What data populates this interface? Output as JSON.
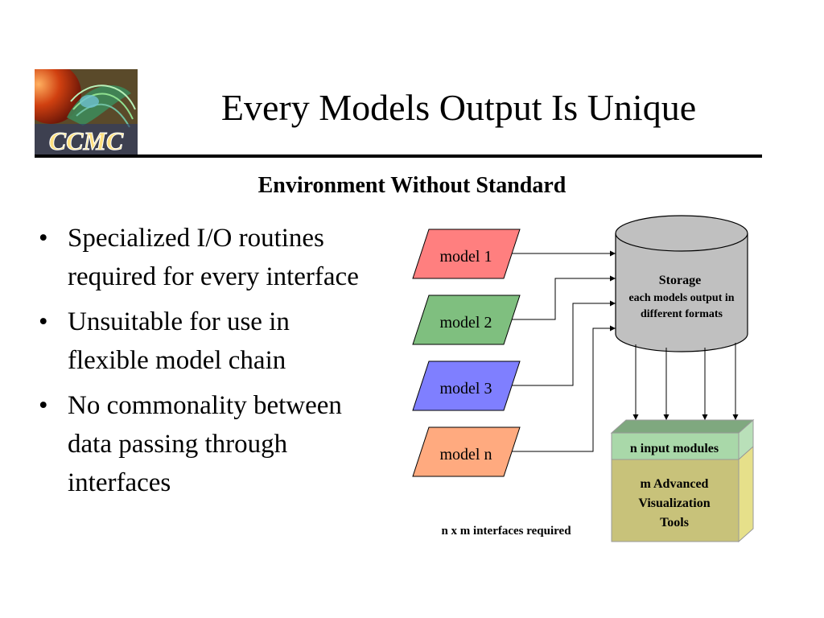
{
  "slide": {
    "title": "Every Models Output Is Unique",
    "subtitle": "Environment Without Standard",
    "logo_text": "CCMC",
    "bullets": [
      "Specialized I/O routines required for every interface",
      "Unsuitable for use in flexible model chain",
      "No commonality between data passing through interfaces"
    ]
  },
  "diagram": {
    "models": [
      {
        "label": "model 1",
        "color": "#ff7f7f"
      },
      {
        "label": "model 2",
        "color": "#7fbf7f"
      },
      {
        "label": "model 3",
        "color": "#7f7fff"
      },
      {
        "label": "model n",
        "color": "#ffaa7f"
      }
    ],
    "storage": {
      "title": "Storage",
      "line1": "each models output in",
      "line2": "different  formats",
      "color": "#c0c0c0"
    },
    "tools": {
      "top_label": "n input modules",
      "line1": "m Advanced",
      "line2": "Visualization",
      "line3": "Tools",
      "top_color": "#a9d8a9",
      "body_color": "#c8c27a"
    },
    "footnote": "n x m interfaces required"
  }
}
